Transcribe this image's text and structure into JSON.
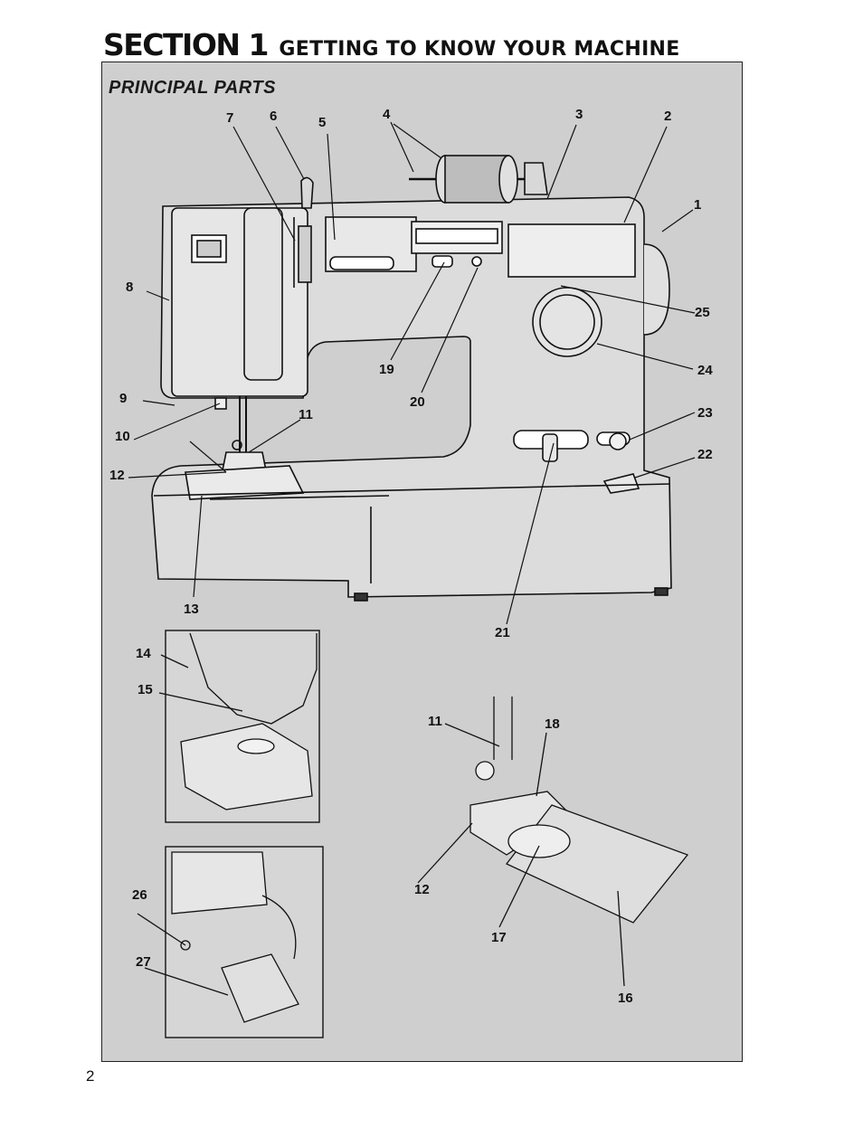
{
  "header": {
    "section": "SECTION 1",
    "title": "GETTING TO KNOW YOUR MACHINE"
  },
  "figure": {
    "heading": "PRINCIPAL PARTS",
    "callouts": [
      "1",
      "2",
      "3",
      "4",
      "5",
      "6",
      "7",
      "8",
      "9",
      "10",
      "11",
      "12",
      "13",
      "14",
      "15",
      "16",
      "17",
      "18",
      "19",
      "20",
      "21",
      "22",
      "23",
      "24",
      "25",
      "26",
      "27",
      "11",
      "12"
    ]
  },
  "footer": {
    "page_number": "2"
  }
}
